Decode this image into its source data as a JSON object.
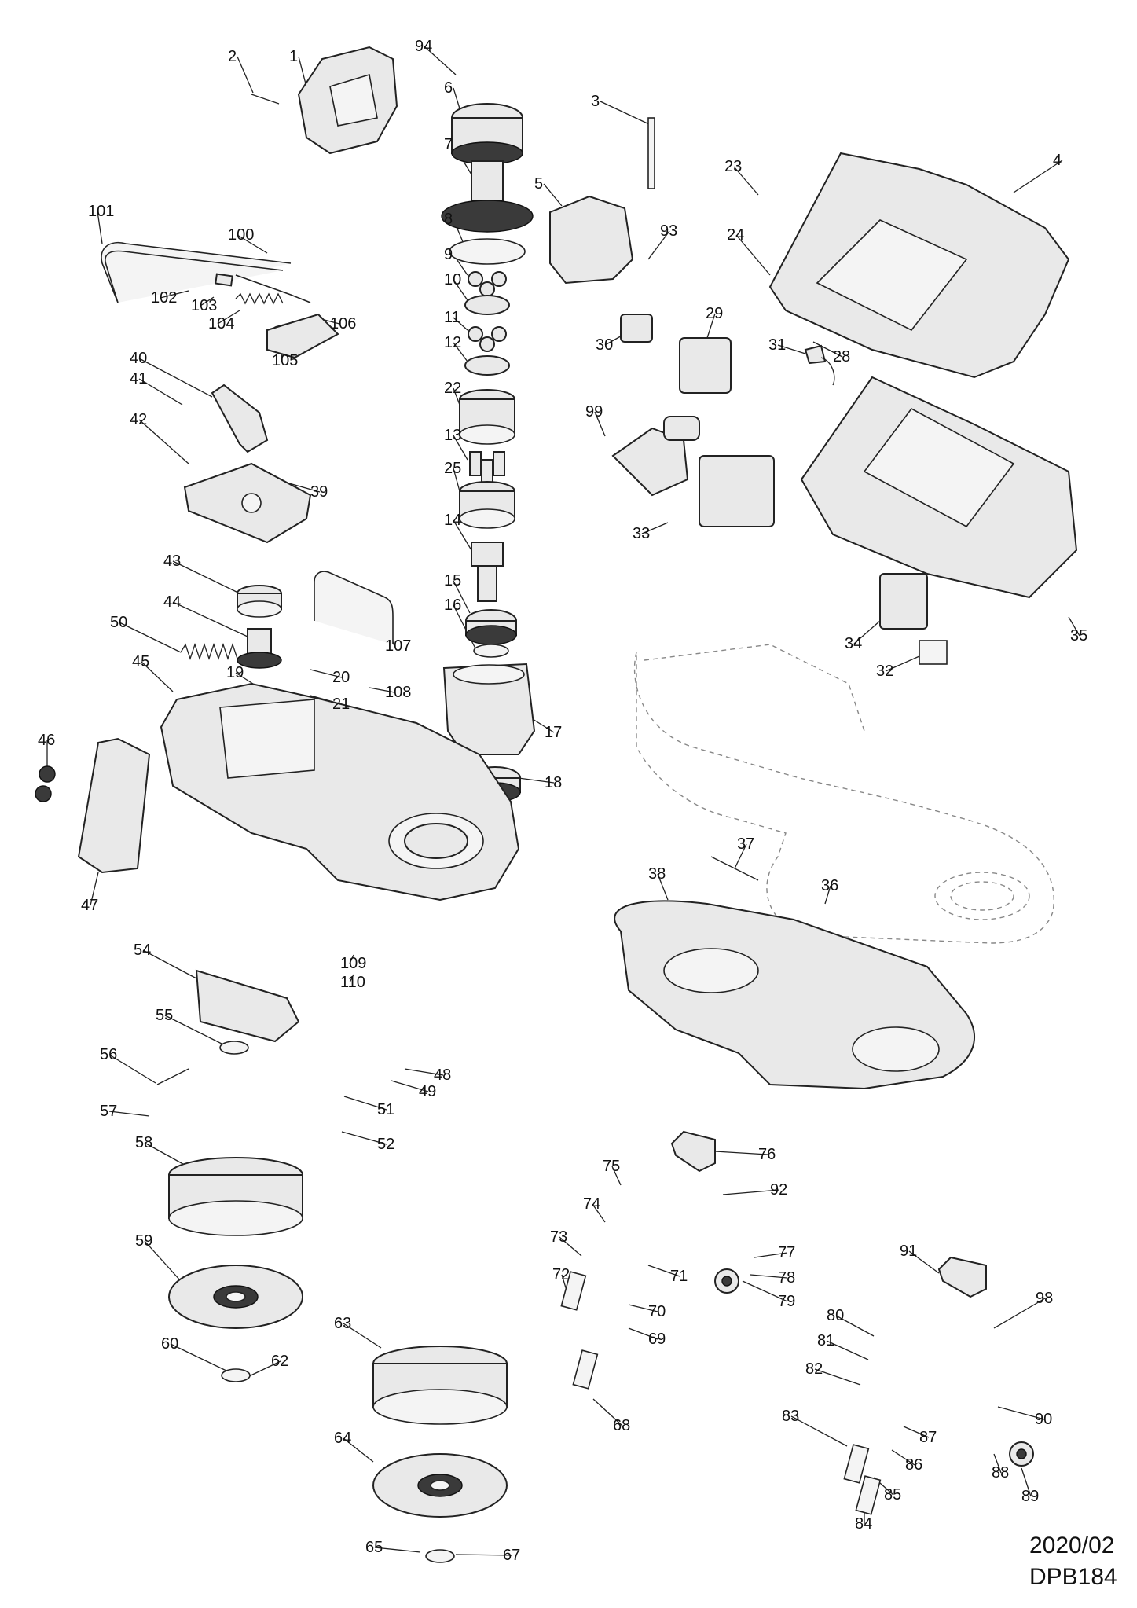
{
  "callouts": [
    "1",
    "2",
    "3",
    "4",
    "5",
    "6",
    "7",
    "8",
    "9",
    "10",
    "11",
    "12",
    "13",
    "14",
    "15",
    "16",
    "17",
    "18",
    "19",
    "20",
    "21",
    "22",
    "23",
    "24",
    "25",
    "28",
    "29",
    "30",
    "31",
    "32",
    "33",
    "34",
    "35",
    "36",
    "37",
    "38",
    "39",
    "40",
    "41",
    "42",
    "43",
    "44",
    "45",
    "46",
    "47",
    "48",
    "49",
    "50",
    "51",
    "52",
    "54",
    "55",
    "56",
    "57",
    "58",
    "59",
    "60",
    "62",
    "63",
    "64",
    "65",
    "67",
    "68",
    "69",
    "70",
    "71",
    "72",
    "73",
    "74",
    "75",
    "76",
    "77",
    "78",
    "79",
    "80",
    "81",
    "82",
    "83",
    "84",
    "85",
    "86",
    "87",
    "88",
    "89",
    "90",
    "91",
    "92",
    "93",
    "94",
    "98",
    "99",
    "100",
    "101",
    "102",
    "103",
    "104",
    "105",
    "106",
    "107",
    "108",
    "109",
    "110"
  ],
  "footer": {
    "date": "2020/02",
    "model": "DPB184"
  },
  "colors": {
    "ink": "#222222",
    "ghost": "#888888",
    "fill": "#e9e9e9"
  }
}
